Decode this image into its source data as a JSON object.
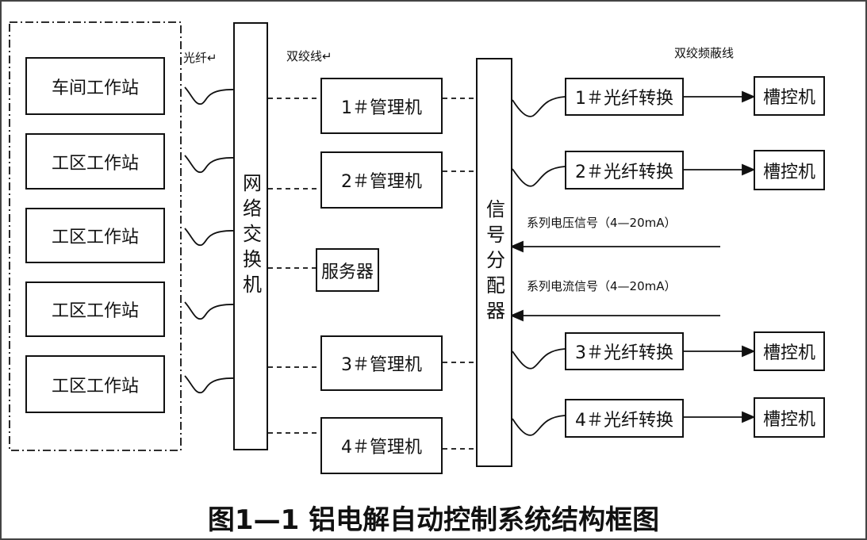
{
  "workstations": [
    "车间工作站",
    "工区工作站",
    "工区工作站",
    "工区工作站",
    "工区工作站"
  ],
  "network_switch": "网络交换机",
  "server": "服务器",
  "managers": [
    "1＃管理机",
    "2＃管理机",
    "3＃管理机",
    "4＃管理机"
  ],
  "signal_distributor": "信号分配器",
  "converters": [
    "1＃光纤转换",
    "2＃光纤转换",
    "3＃光纤转换",
    "4＃光纤转换"
  ],
  "controllers": [
    "槽控机",
    "槽控机",
    "槽控机",
    "槽控机"
  ],
  "labels": {
    "fiber": "光纤↵",
    "twisted_pair": "双绞线↵",
    "shielded_twisted_pair": "双绞频蔽线",
    "voltage_signal": "系列电压信号（4—20mA）",
    "current_signal": "系列电流信号（4—20mA）"
  },
  "caption": "图1—1  铝电解自动控制系统结构框图"
}
